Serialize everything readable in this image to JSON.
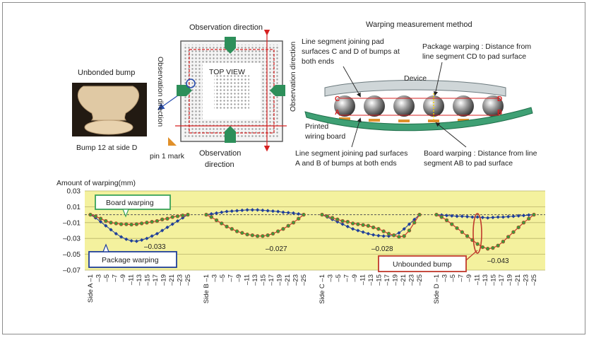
{
  "top": {
    "unbonded_bump_title": "Unbonded bump",
    "bump_caption": "Bump 12 at side D",
    "observation_top": "Observation direction",
    "observation_bottom_1": "Observation",
    "observation_bottom_2": "direction",
    "observation_left": "Observation direction",
    "observation_right": "Observation direction",
    "top_view": "TOP VIEW",
    "pin1_mark": "pin 1 mark",
    "markers": [
      "A",
      "B",
      "C",
      "D"
    ],
    "measurement_title": "Warping measurement method",
    "line_cd_1": "Line segment joining pad",
    "line_cd_2": "surfaces C and D of bumps at",
    "line_cd_3": "both ends",
    "pkg_warp_1": "Package warping : Distance from",
    "pkg_warp_2": "line segment CD to pad surface",
    "device": "Device",
    "printed_1": "Printed",
    "printed_2": "wiring board",
    "line_ab_1": "Line segment joining pad surfaces",
    "line_ab_2": "A and B of bumps at both ends",
    "board_warp_1": "Board warping : Distance from line",
    "board_warp_2": "segment AB to pad surface"
  },
  "chart_data": {
    "type": "line",
    "ylabel": "Amount of warping(mm)",
    "ylim": [
      -0.07,
      0.03
    ],
    "yticks": [
      "0.03",
      "0.01",
      "–0.01",
      "–0.03",
      "–0.05",
      "–0.07"
    ],
    "grid": true,
    "background": "#f4f19e",
    "sides": [
      {
        "side": "A",
        "ticks": [
          "Side A –1",
          "–3",
          "–5",
          "–7",
          "–9",
          "–11",
          "–13",
          "–15",
          "–17",
          "–19",
          "–21",
          "–23",
          "–25"
        ],
        "package": [
          0.0,
          -0.004,
          -0.009,
          -0.014,
          -0.019,
          -0.024,
          -0.028,
          -0.031,
          -0.033,
          -0.0335,
          -0.032,
          -0.03,
          -0.027,
          -0.024,
          -0.02,
          -0.016,
          -0.012,
          -0.008,
          -0.004,
          0.0
        ],
        "board": [
          0.0,
          -0.002,
          -0.005,
          -0.008,
          -0.01,
          -0.011,
          -0.012,
          -0.012,
          -0.0125,
          -0.012,
          -0.011,
          -0.01,
          -0.009,
          -0.008,
          -0.006,
          -0.005,
          -0.003,
          -0.002,
          -0.001,
          0.0
        ]
      },
      {
        "side": "B",
        "ticks": [
          "Side B –1",
          "–3",
          "–5",
          "–7",
          "–9",
          "–11",
          "–13",
          "–15",
          "–17",
          "–19",
          "–21",
          "–23",
          "–25"
        ],
        "package": [
          0.0,
          0.001,
          0.002,
          0.003,
          0.004,
          0.0045,
          0.005,
          0.0055,
          0.006,
          0.006,
          0.006,
          0.0055,
          0.005,
          0.0045,
          0.004,
          0.003,
          0.0025,
          0.002,
          0.001,
          0.0
        ],
        "board": [
          0.0,
          -0.003,
          -0.007,
          -0.011,
          -0.015,
          -0.018,
          -0.021,
          -0.023,
          -0.025,
          -0.026,
          -0.027,
          -0.027,
          -0.026,
          -0.024,
          -0.021,
          -0.018,
          -0.014,
          -0.01,
          -0.005,
          0.0
        ]
      },
      {
        "side": "C",
        "ticks": [
          "Side C –1",
          "–3",
          "–5",
          "–7",
          "–9",
          "–11",
          "–13",
          "–15",
          "–17",
          "–19",
          "–21",
          "–23",
          "–25"
        ],
        "package": [
          0.0,
          -0.003,
          -0.006,
          -0.009,
          -0.012,
          -0.015,
          -0.018,
          -0.02,
          -0.022,
          -0.024,
          -0.0255,
          -0.0265,
          -0.027,
          -0.027,
          -0.026,
          -0.023,
          -0.018,
          -0.012,
          -0.006,
          0.0
        ],
        "board": [
          0.0,
          -0.002,
          -0.004,
          -0.006,
          -0.008,
          -0.009,
          -0.011,
          -0.012,
          -0.013,
          -0.014,
          -0.016,
          -0.018,
          -0.021,
          -0.024,
          -0.026,
          -0.028,
          -0.027,
          -0.02,
          -0.01,
          0.0
        ]
      },
      {
        "side": "D",
        "ticks": [
          "Side D –1",
          "–3",
          "–5",
          "–7",
          "–9",
          "–11",
          "–13",
          "–15",
          "–17",
          "–19",
          "–21",
          "–23",
          "–25"
        ],
        "package": [
          0.0,
          -0.0005,
          -0.001,
          -0.0015,
          -0.002,
          -0.002,
          -0.0025,
          -0.003,
          -0.003,
          -0.0035,
          -0.004,
          -0.0035,
          -0.003,
          -0.003,
          -0.0025,
          -0.002,
          -0.0015,
          -0.001,
          -0.0005,
          0.0
        ],
        "board": [
          0.0,
          -0.003,
          -0.007,
          -0.012,
          -0.017,
          -0.022,
          -0.027,
          -0.032,
          -0.037,
          -0.041,
          -0.043,
          -0.042,
          -0.039,
          -0.034,
          -0.028,
          -0.022,
          -0.016,
          -0.01,
          -0.005,
          0.0
        ]
      }
    ],
    "min_labels": [
      "–0.033",
      "–0.027",
      "–0.028",
      "–0.043"
    ],
    "callouts": {
      "board": "Board warping",
      "package": "Package warping",
      "unbonded": "Unbounded bump"
    },
    "colors": {
      "package": "#1f3f9a",
      "board_line": "#c8372d",
      "board_dot": "#3e9a3a",
      "callout_board": "#3aa35a",
      "callout_pkg": "#1f3f9a",
      "callout_unbonded": "#c0392b",
      "zero_line": "#555555"
    }
  }
}
